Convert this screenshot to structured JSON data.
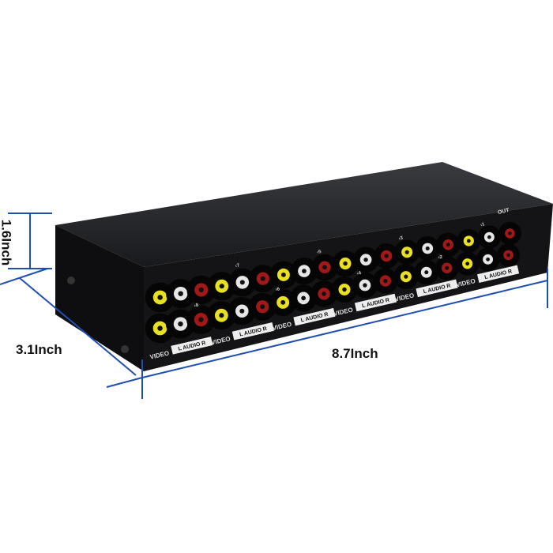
{
  "dimensions": {
    "height": "1.6Inch",
    "depth": "3.1Inch",
    "width": "8.7Inch"
  },
  "panel_labels": {
    "video": "VIDEO",
    "audio": "L AUDIO R",
    "out": "OUT"
  },
  "input_numbers": [
    "1",
    "2",
    "3",
    "4",
    "5",
    "6",
    "7",
    "8"
  ],
  "colors": {
    "dimension_line": "#1e4fb0",
    "body": "#141416",
    "video_jack": "#e8e020",
    "audio_left_jack": "#e6e6e6",
    "audio_right_jack": "#a01818"
  }
}
